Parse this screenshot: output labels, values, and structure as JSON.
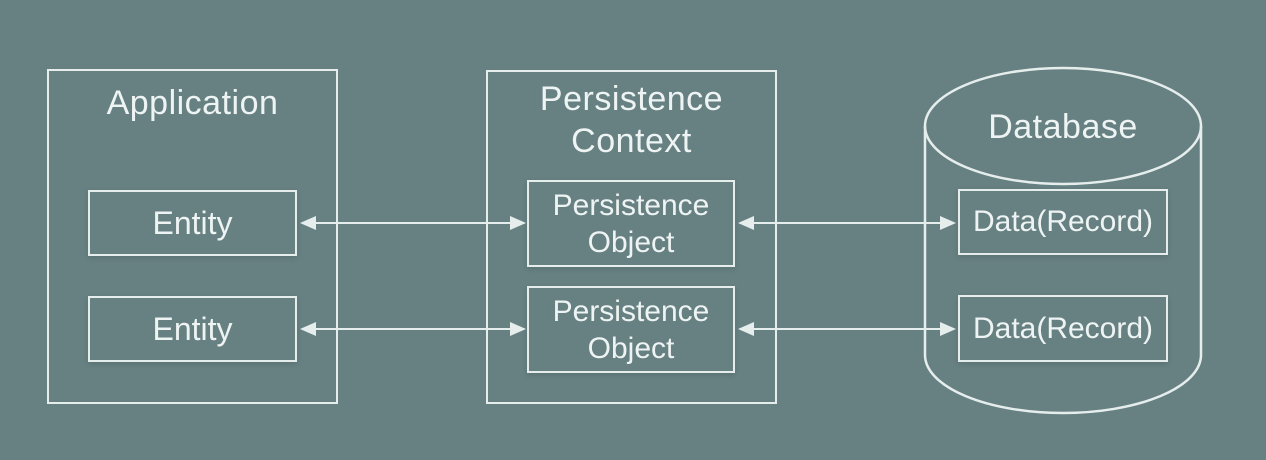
{
  "colors": {
    "background": "#678183",
    "line": "#e6eeed",
    "text": "#eef4f3"
  },
  "application": {
    "title": "Application",
    "entities": [
      {
        "label": "Entity"
      },
      {
        "label": "Entity"
      }
    ]
  },
  "persistence_context": {
    "title_lines": [
      "Persistence",
      "Context"
    ],
    "objects": [
      {
        "label_lines": [
          "Persistence",
          "Object"
        ]
      },
      {
        "label_lines": [
          "Persistence",
          "Object"
        ]
      }
    ]
  },
  "database": {
    "title": "Database",
    "records": [
      {
        "label": "Data(Record)"
      },
      {
        "label": "Data(Record)"
      }
    ]
  }
}
